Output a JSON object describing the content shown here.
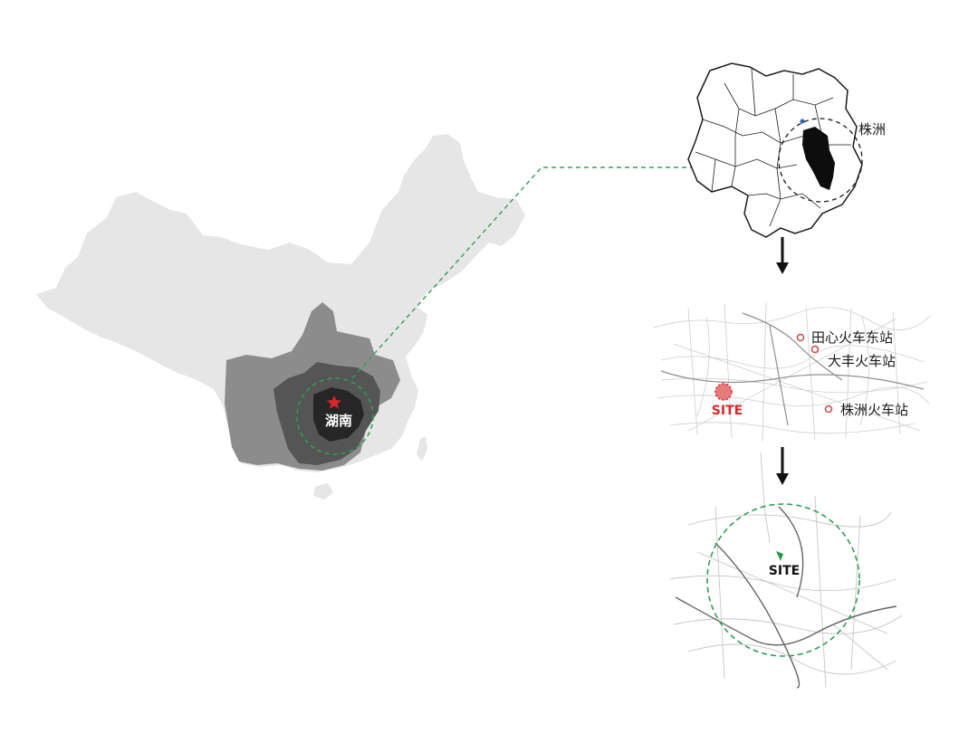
{
  "main_map": {
    "region_label": "湖南"
  },
  "province_map": {
    "city_label": "株洲"
  },
  "city_map": {
    "stations": [
      {
        "name": "田心火车东站"
      },
      {
        "name": "大丰火车站"
      },
      {
        "name": "株洲火车站"
      }
    ],
    "site_label": "SITE"
  },
  "site_map": {
    "site_label": "SITE"
  },
  "colors": {
    "china_fill": "#e6e6e6",
    "outer_region": "#8c8c8c",
    "mid_region": "#555555",
    "core_region": "#262626",
    "connector": "#2f9e58",
    "site_red": "#d9262c",
    "site_green": "#1f9a48",
    "station_pin": "#c9454a"
  },
  "icons": [
    "star-icon",
    "station-pin-icon",
    "arrow-down-icon"
  ]
}
